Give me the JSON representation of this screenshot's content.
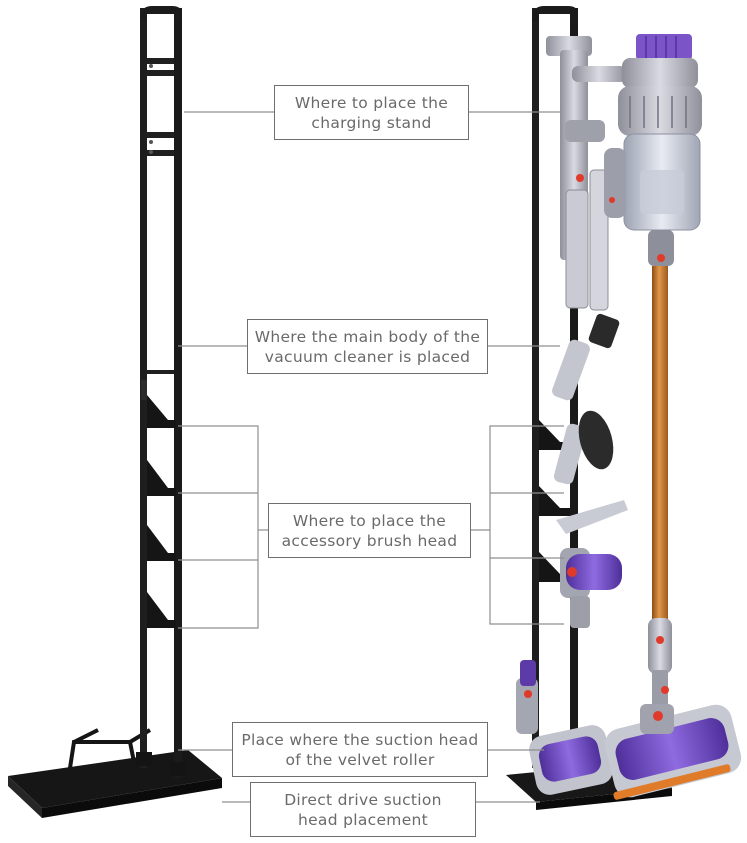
{
  "callouts": {
    "charging": {
      "line1": "Where to place the",
      "line2": "charging stand"
    },
    "main_body": {
      "line1": "Where the main body of the",
      "line2": "vacuum cleaner is placed"
    },
    "brush": {
      "line1": "Where to place the",
      "line2": "accessory brush head"
    },
    "velvet": {
      "line1": "Place where the suction head",
      "line2": "of the velvet roller"
    },
    "direct": {
      "line1": "Direct drive suction",
      "line2": "head placement"
    }
  },
  "colors": {
    "stand_metal": "#1c1c1c",
    "leader_line": "#8a8a8a",
    "vacuum_body": "#b8b8c4",
    "vacuum_purple": "#7b55c8",
    "wand_copper": "#c8772a",
    "accent_red": "#e03a2a"
  }
}
